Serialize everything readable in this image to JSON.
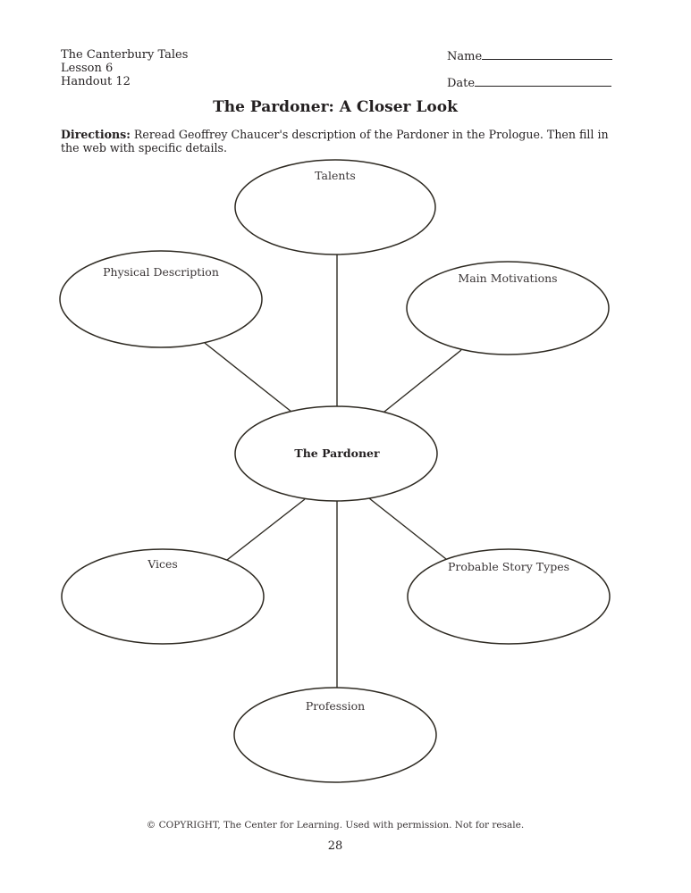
{
  "header": {
    "course": "The Canterbury Tales",
    "lesson": "Lesson 6",
    "handout": "Handout 12",
    "name_label": "Name",
    "date_label": "Date"
  },
  "title": "The Pardoner: A Closer Look",
  "directions": {
    "label": "Directions:",
    "text": " Reread Geoffrey Chaucer's description of the Pardoner in the Prologue. Then fill in the web with specific details."
  },
  "web": {
    "center": "The Pardoner",
    "nodes": [
      {
        "id": "talents",
        "label": "Talents"
      },
      {
        "id": "physical-description",
        "label": "Physical Description"
      },
      {
        "id": "main-motivations",
        "label": "Main Motivations"
      },
      {
        "id": "vices",
        "label": "Vices"
      },
      {
        "id": "probable-story-types",
        "label": "Probable Story Types"
      },
      {
        "id": "profession",
        "label": "Profession"
      }
    ]
  },
  "footer": {
    "copyright": "© COPYRIGHT, The Center for Learning. Used with permission. Not for resale.",
    "page_number": "28"
  },
  "colors": {
    "ink": "#231f20",
    "stroke": "#2e2a22"
  }
}
